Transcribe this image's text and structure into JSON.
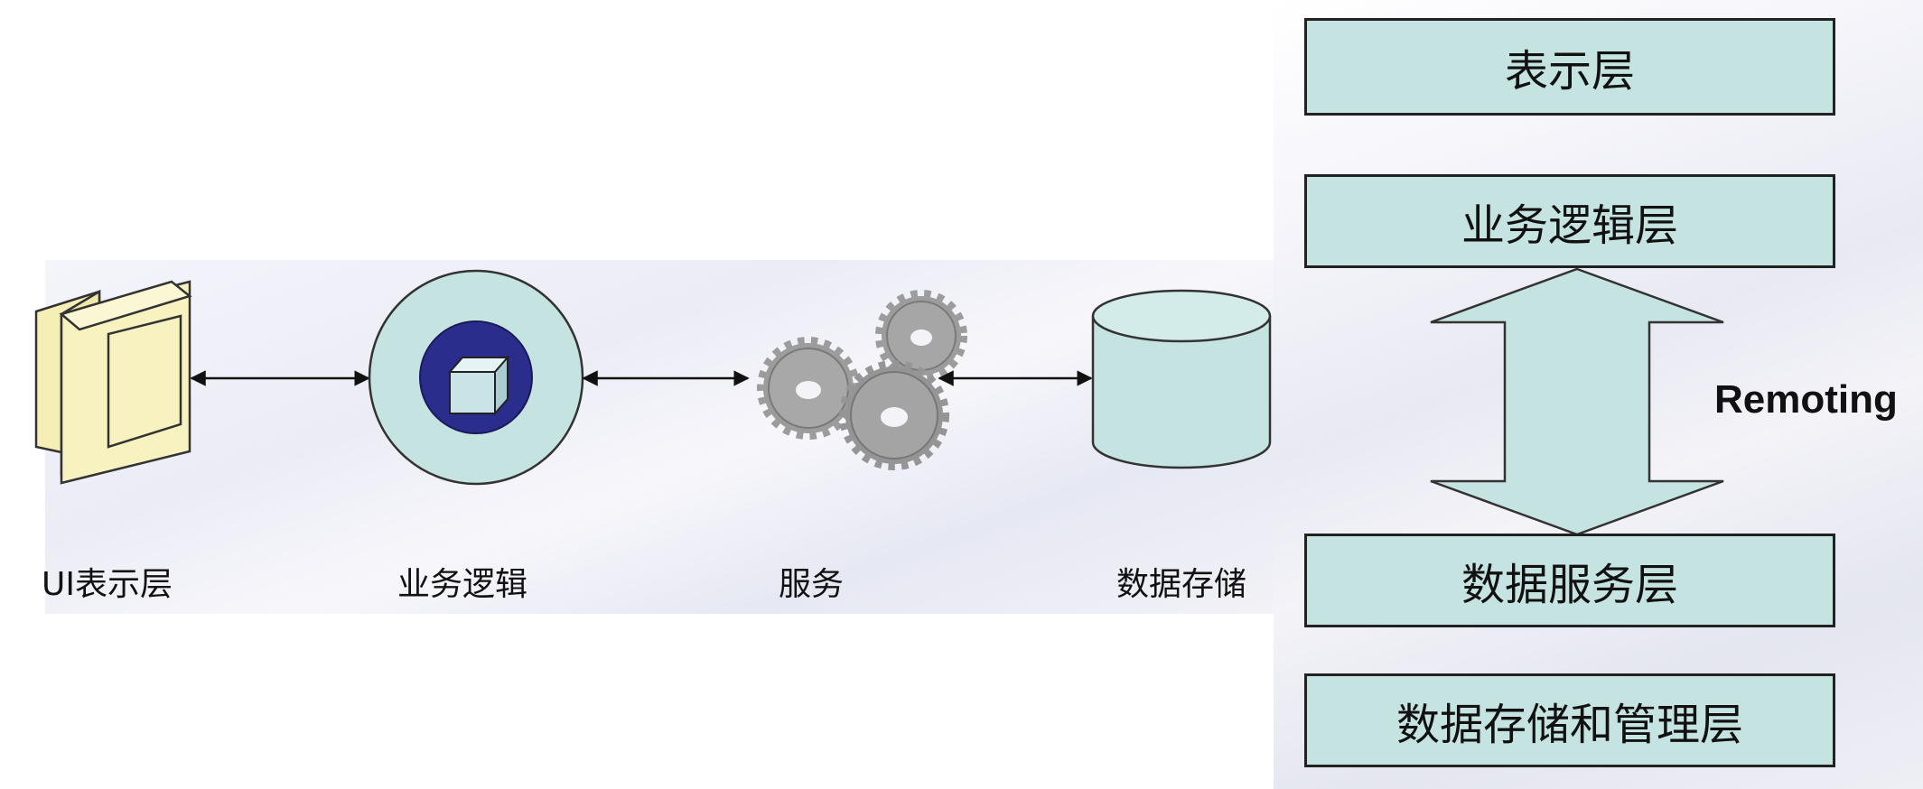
{
  "left_diagram": {
    "components": [
      {
        "label": "UI表示层",
        "icon": "monitor-icon"
      },
      {
        "label": "业务逻辑",
        "icon": "cube-in-circle-icon"
      },
      {
        "label": "服务",
        "icon": "gears-icon"
      },
      {
        "label": "数据存储",
        "icon": "database-cylinder-icon"
      }
    ]
  },
  "right_diagram": {
    "layers": [
      "表示层",
      "业务逻辑层",
      "数据服务层",
      "数据存储和管理层"
    ],
    "remoting_label": "Remoting"
  },
  "colors": {
    "shape_fill": "#c5e3e1",
    "monitor_fill": "#f7f2c0",
    "cube_ring": "#2b2d8c",
    "gear_fill": "#9c9c9c"
  }
}
